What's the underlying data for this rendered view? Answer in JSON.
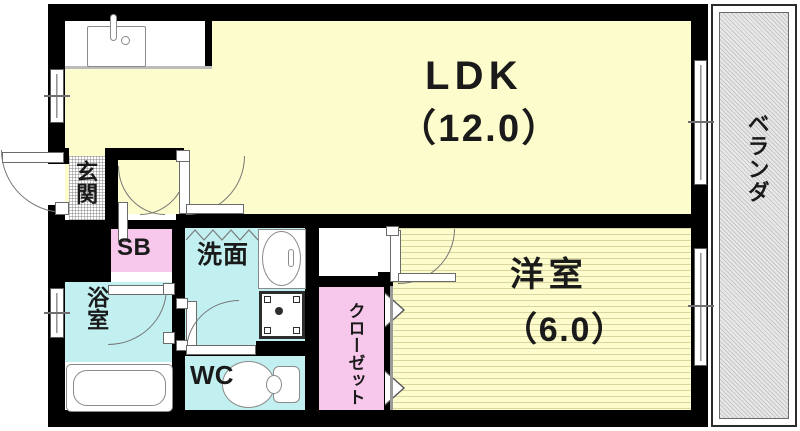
{
  "plan": {
    "type": "floor-plan",
    "layout_name": "1LDK",
    "unit": "帖",
    "colors": {
      "wall": "#000000",
      "ldk_fill": "#fcfccc",
      "room_fill": "#fcfccc",
      "wet_fill": "#c2f0f0",
      "storage_fill": "#f7c8ec",
      "balcony_fill": "#e8e8e8",
      "entry_fill": "#ffffff",
      "background": "#ffffff",
      "fixture_outline": "#8a8a8a",
      "text": "#1a1a1a"
    }
  },
  "rooms": {
    "ldk": {
      "name": "LDK",
      "area": "（12.0）",
      "area_value": 12.0
    },
    "bedroom": {
      "name": "洋室",
      "area": "（6.0）",
      "area_value": 6.0
    },
    "washroom": {
      "name": "洗面"
    },
    "bathroom": {
      "name": "浴室"
    },
    "toilet": {
      "name": "WC"
    },
    "entrance": {
      "name": "玄関"
    },
    "shoebox": {
      "name": "SB"
    },
    "closet": {
      "name": "クローゼット"
    },
    "balcony": {
      "name": "ベランダ"
    }
  },
  "fixtures": {
    "kitchen_sink": "kitchen-sink",
    "bathtub": "bathtub",
    "toilet_bowl": "toilet-bowl",
    "vanity_sink": "vanity-sink",
    "washing_machine": "washing-machine-space",
    "entry_door": "entry-door",
    "bedroom_door": "bedroom-door",
    "bathroom_door": "bathroom-door",
    "toilet_door": "toilet-door",
    "washroom_door": "washroom-door",
    "closet_doors": "folding-closet-doors",
    "balcony_window_upper": "sliding-window",
    "balcony_window_lower": "sliding-window",
    "ldk_window": "sliding-window",
    "bathroom_window": "sliding-window"
  }
}
